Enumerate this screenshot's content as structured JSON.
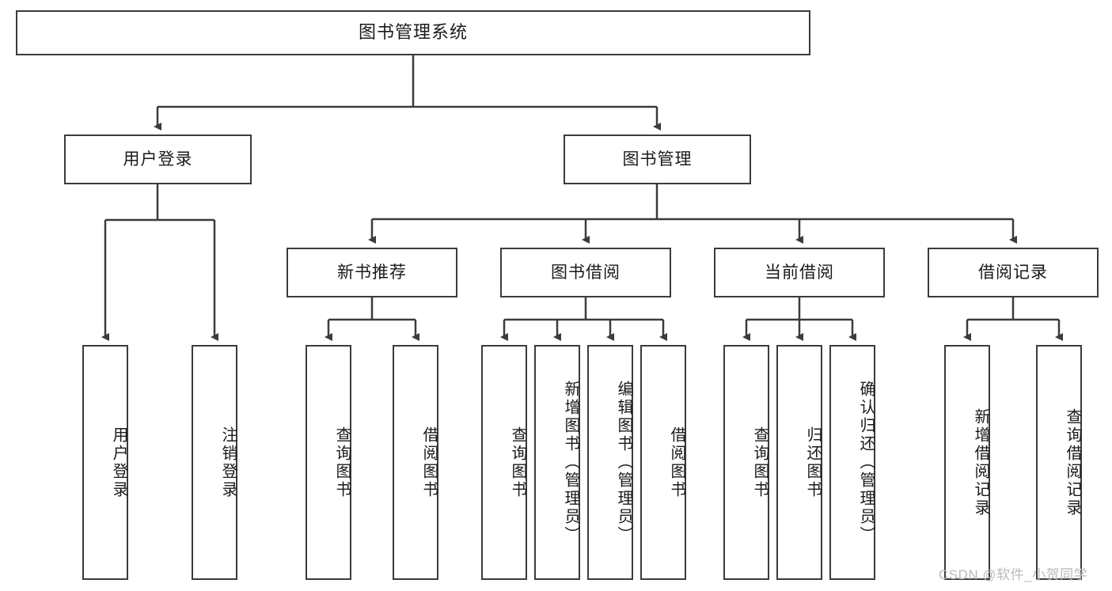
{
  "diagram": {
    "title_box": {
      "label": "图书管理系统"
    },
    "level2": [
      {
        "id": "user-login",
        "label": "用户登录"
      },
      {
        "id": "book-manage",
        "label": "图书管理"
      }
    ],
    "level3": [
      {
        "id": "new-book-recommend",
        "label": "新书推荐"
      },
      {
        "id": "book-borrow",
        "label": "图书借阅"
      },
      {
        "id": "current-borrow",
        "label": "当前借阅"
      },
      {
        "id": "borrow-record",
        "label": "借阅记录"
      }
    ],
    "leaves": {
      "user_login": [
        {
          "id": "leaf-user-login",
          "label": "用户登录"
        },
        {
          "id": "leaf-logout-login",
          "label": "注销登录"
        }
      ],
      "new_book_recommend": [
        {
          "id": "leaf-query-book-1",
          "label": "查询图书"
        },
        {
          "id": "leaf-borrow-book-1",
          "label": "借阅图书"
        }
      ],
      "book_borrow": [
        {
          "id": "leaf-query-book-2",
          "label": "查询图书"
        },
        {
          "id": "leaf-add-book",
          "label": "新增图书（管理员）"
        },
        {
          "id": "leaf-edit-book",
          "label": "编辑图书（管理员）"
        },
        {
          "id": "leaf-borrow-book-2",
          "label": "借阅图书"
        }
      ],
      "current_borrow": [
        {
          "id": "leaf-query-book-3",
          "label": "查询图书"
        },
        {
          "id": "leaf-return-book",
          "label": "归还图书"
        },
        {
          "id": "leaf-confirm-return",
          "label": "确认归还（管理员）"
        }
      ],
      "borrow_record": [
        {
          "id": "leaf-add-record",
          "label": "新增借阅记录"
        },
        {
          "id": "leaf-query-record",
          "label": "查询借阅记录"
        }
      ]
    },
    "watermark": "CSDN @软件_小贺同学",
    "colors": {
      "border": "#3b3b3b",
      "background": "#ffffff",
      "text": "#1a1a1a",
      "watermark": "#b9b9b9"
    }
  }
}
